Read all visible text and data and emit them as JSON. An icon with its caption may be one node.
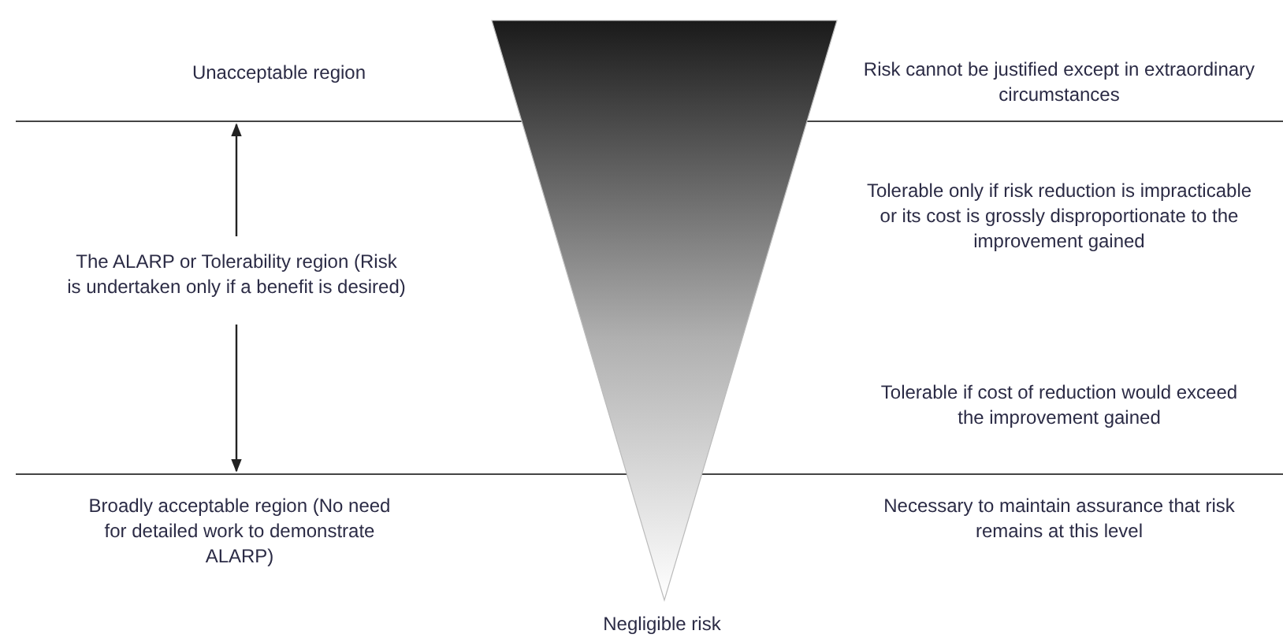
{
  "diagram": {
    "nodes": [
      {
        "text": [],
        "shape": "triangle"
      }
    ],
    "labels": [
      "Unacceptable region",
      "Risk cannot be justified except in extraordinary circumstances",
      "The ALARP or Tolerability region (Risk is undertaken only if a benefit is desired)",
      "Tolerable only if risk reduction is impracticable or its cost is grossly disproportionate to the improvement gained",
      "Tolerable if cost of reduction would exceed the improvement gained",
      "Broadly acceptable region (No need for detailed work to demonstrate  ALARP)",
      "Necessary to maintain assurance that risk remains at this level",
      "Negligible risk"
    ]
  }
}
